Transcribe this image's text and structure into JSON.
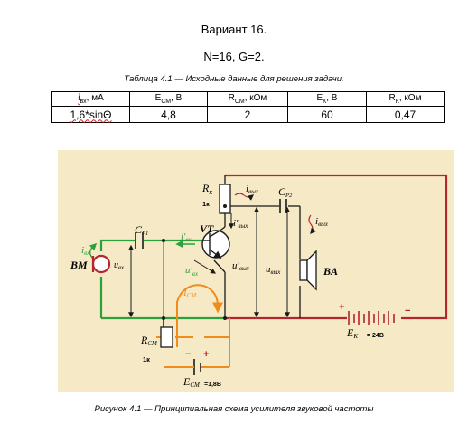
{
  "header": {
    "variant": "Вариант 16.",
    "params": "N=16, G=2."
  },
  "table": {
    "caption": "Таблица 4.1 — Исходные данные для решения задачи.",
    "headers": [
      {
        "main": "i",
        "sub": "вх",
        "unit": ", мА"
      },
      {
        "main": "E",
        "sub": "СМ",
        "unit": ", В"
      },
      {
        "main": "R",
        "sub": "СМ",
        "unit": ", кОм"
      },
      {
        "main": "E",
        "sub": "К",
        "unit": ", В"
      },
      {
        "main": "R",
        "sub": "К",
        "unit": ", кОм"
      }
    ],
    "values": [
      "1,6*sinΘ",
      "4,8",
      "2",
      "60",
      "0,47"
    ]
  },
  "figure": {
    "caption": "Рисунок 4.1 — Принципиальная схема усилителя звуковой частоты",
    "colors": {
      "background": "#f6e9c6",
      "output_loop": "#b3262e",
      "input_loop": "#2aa13a",
      "bias_loop": "#f08c1c",
      "wire": "#1a1a1a"
    },
    "labels": {
      "rk": "R",
      "rk_sub": "к",
      "rk_value": "1к",
      "vt": "VT",
      "cp1": "C",
      "cp1_sub": "P1",
      "cp2": "C",
      "cp2_sub": "P2",
      "iout": "i",
      "iout_sub": "вых",
      "iout_prime": "i′",
      "iout_prime_sub": "вых",
      "iout_right": "i",
      "iout_right_sub": "вых",
      "iin": "i",
      "iin_sub": "вх",
      "iin_prime": "i′",
      "iin_prime_sub": "вх",
      "uin_prime": "u′",
      "uin_prime_sub": "вх",
      "uin": "u",
      "uin_sub": "вх",
      "uout_prime": "u′",
      "uout_prime_sub": "вых",
      "uout": "u",
      "uout_sub": "вых",
      "icm": "I",
      "icm_sub": "СМ",
      "ba": "BA",
      "bm": "BM",
      "ek": "E",
      "ek_sub": "К",
      "ek_value": "= 24В",
      "rcm": "R",
      "rcm_sub": "СМ",
      "rcm_value": "1к",
      "ecm": "E",
      "ecm_sub": "СМ",
      "ecm_value": "=1,8В",
      "plus": "+",
      "minus": "−"
    }
  }
}
